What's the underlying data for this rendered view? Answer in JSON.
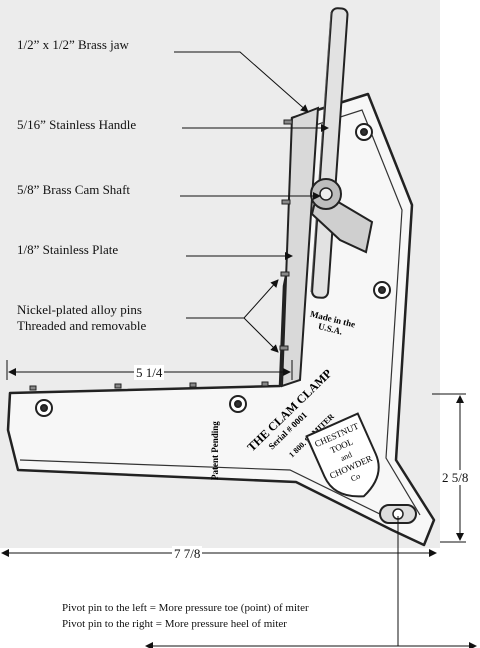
{
  "callouts": {
    "jaw": "1/2” x  1/2” Brass jaw",
    "handle": "5/16”  Stainless Handle",
    "cam_shaft": "5/8” Brass Cam Shaft",
    "plate": "1/8” Stainless Plate",
    "pins_line1": "Nickel-plated alloy pins",
    "pins_line2": "Threaded and removable"
  },
  "dimensions": {
    "width_top": "5 1/4",
    "width_bottom": "7 7/8",
    "height_right": "2 5/8"
  },
  "engraving": {
    "made_in_1": "Made in the",
    "made_in_2": "U.S.A.",
    "patent": "Patent Pending",
    "title": "THE CLAM CLAMP",
    "serial": "Serial # 0001",
    "phone": "1 800. 90 MITER",
    "logo_line1": "CHESTNUT",
    "logo_line2": "TOOL",
    "logo_line3": "and",
    "logo_line4": "CHOWDER",
    "logo_line5": "Co"
  },
  "notes": {
    "pivot_left": "Pivot pin to the left   =  More pressure toe (point) of miter",
    "pivot_right": "Pivot pin to the right =  More pressure heel of miter"
  }
}
